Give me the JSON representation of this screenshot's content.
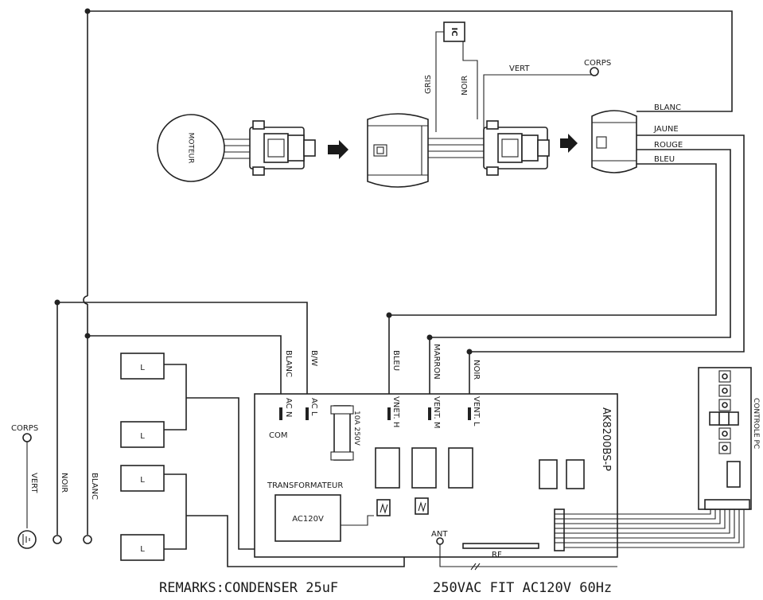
{
  "labels": {
    "gris": "GRIS",
    "noir_top": "NOIR",
    "vert_top": "VERT",
    "corps_top": "CORPS",
    "moteur": "MOTEUR",
    "blanc_r": "BLANC",
    "jaune": "JAUNE",
    "rouge": "ROUGE",
    "bleu_r": "BLEU",
    "blanc_ac": "BLANC",
    "bw": "B/W",
    "bleu_v": "BLEU",
    "marron": "MARRON",
    "noir_v": "NOIR",
    "ac_n": "AC N",
    "ac_l": "AC L",
    "com": "COM",
    "fuse": "10A 250V",
    "vent_h": "VNET. H",
    "vent_m": "VENT. M",
    "vent_l": "VENT. L",
    "board_model": "AK8200BS-P",
    "transformateur": "TRANSFORMATEUR",
    "ac120v": "AC120V",
    "ant": "ANT",
    "rf": "RF",
    "controle_pc": "CONTROLE PC",
    "corps_left": "CORPS",
    "vert_left": "VERT",
    "noir_left": "NOIR",
    "blanc_left": "BLANC",
    "lamp": "L"
  },
  "remarks": {
    "left": "REMARKS:CONDENSER 25uF",
    "right": "250VAC FIT AC120V 60Hz"
  }
}
